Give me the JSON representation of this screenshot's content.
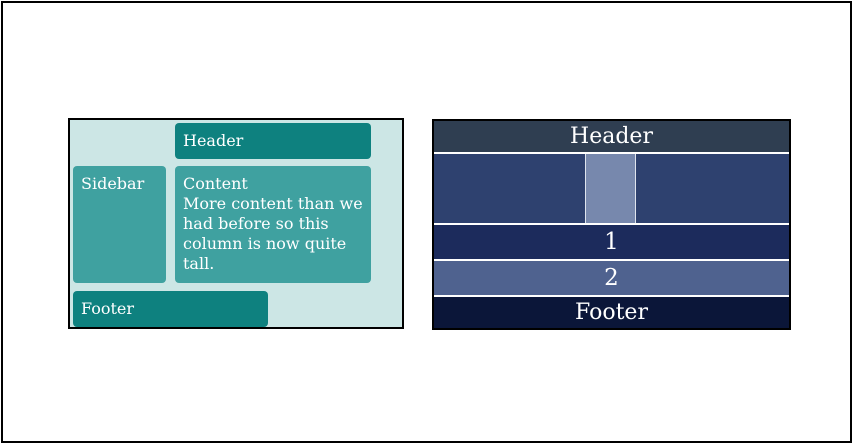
{
  "left_layout": {
    "header": "Header",
    "sidebar": "Sidebar",
    "content_title": "Content",
    "content_body": "More content than we had before so this column is now quite tall.",
    "footer": "Footer",
    "colors": {
      "background": "#cce6e5",
      "dark_teal": "#0e817f",
      "light_teal": "#3fa1a0"
    }
  },
  "right_layout": {
    "header": "Header",
    "row_one": "1",
    "row_two": "2",
    "footer": "Footer",
    "colors": {
      "header": "#2f3e51",
      "main": "#2e416f",
      "main_inner": "#7788ad",
      "row_one": "#1c2b5c",
      "row_two": "#4f628f",
      "footer": "#0b1639"
    }
  }
}
